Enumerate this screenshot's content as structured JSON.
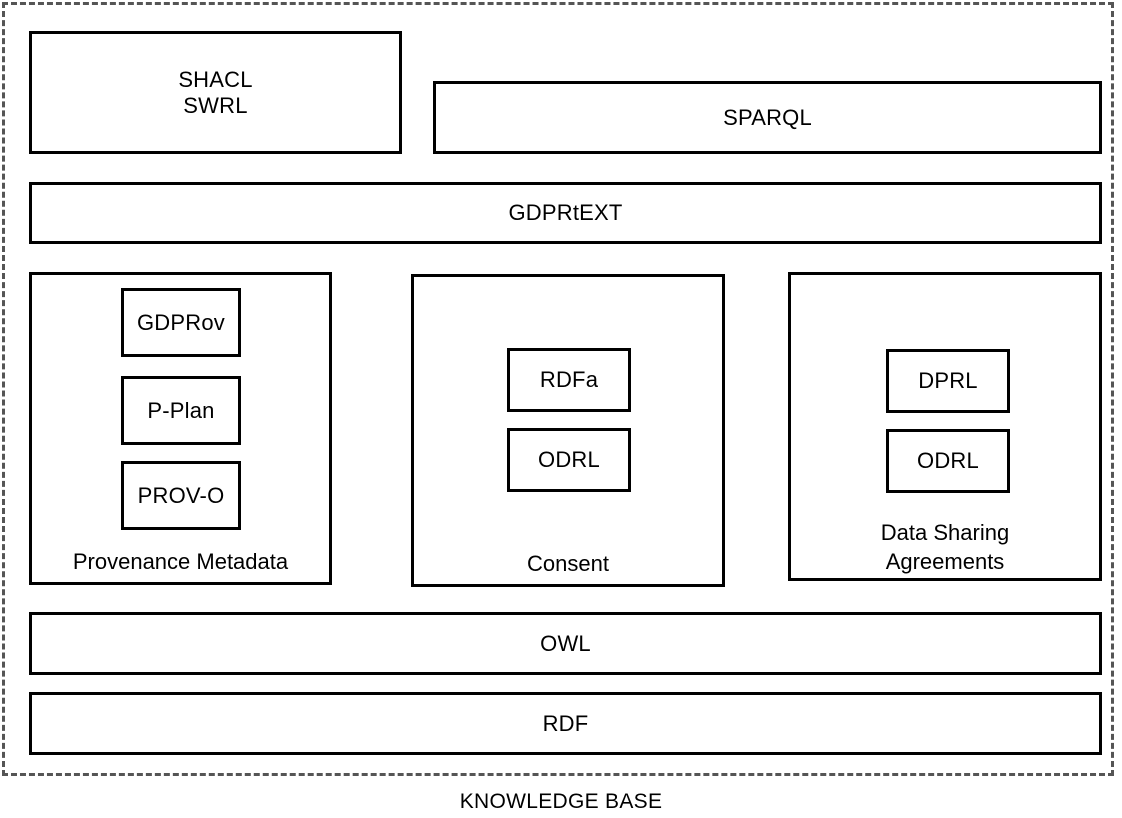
{
  "layers": {
    "rules": {
      "line1": "SHACL",
      "line2": "SWRL"
    },
    "query": "SPARQL",
    "gdpr_ext": "GDPRtEXT",
    "owl": "OWL",
    "rdf": "RDF"
  },
  "provenance": {
    "items": [
      "GDPRov",
      "P-Plan",
      "PROV-O"
    ],
    "caption": "Provenance Metadata"
  },
  "consent": {
    "items": [
      "RDFa",
      "ODRL"
    ],
    "caption": "Consent"
  },
  "sharing": {
    "items": [
      "DPRL",
      "ODRL"
    ],
    "caption_line1": "Data Sharing",
    "caption_line2": "Agreements"
  },
  "footer": {
    "label": "KNOWLEDGE BASE"
  }
}
